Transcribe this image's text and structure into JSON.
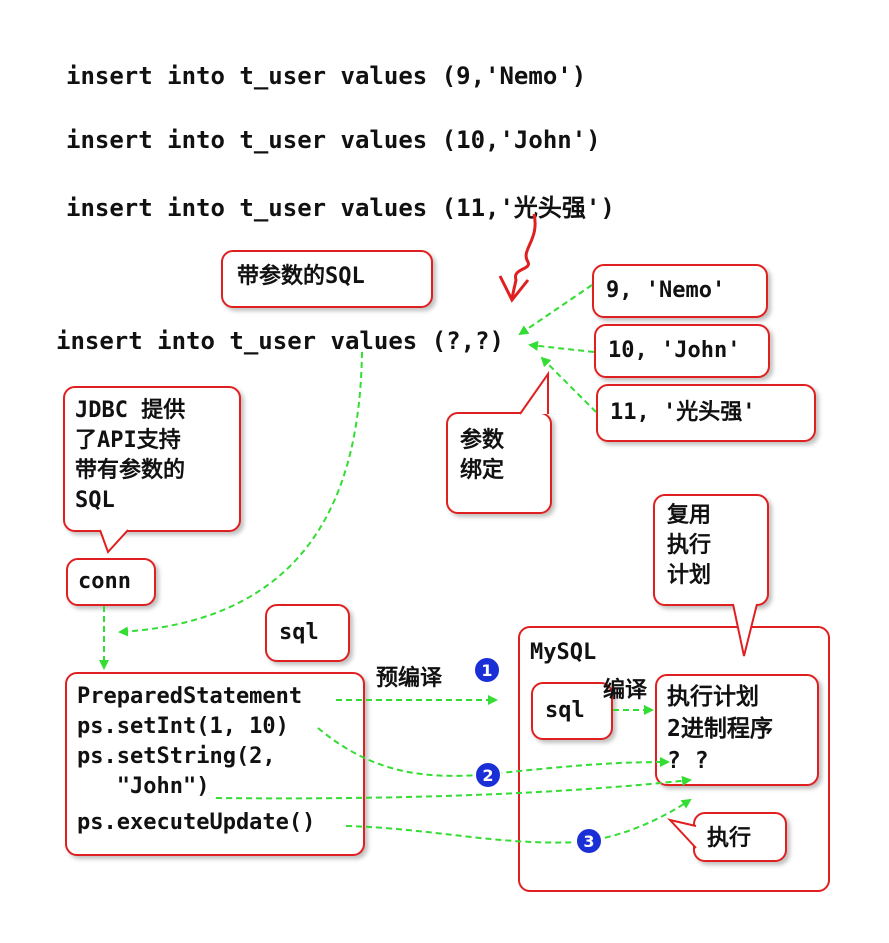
{
  "statements": [
    "insert into t_user values (9,'Nemo')",
    "insert into t_user values (10,'John')",
    "insert into t_user values (11,'光头强')"
  ],
  "param_sql_label": "带参数的SQL",
  "param_sql": "insert into t_user values (?,?)",
  "params": [
    "9, 'Nemo'",
    "10, 'John'",
    "11, '光头强'"
  ],
  "bind_note": [
    "参数",
    "绑定"
  ],
  "jdbc_note": [
    "JDBC 提供",
    "了API支持",
    "带有参数的",
    "SQL"
  ],
  "conn_label": "conn",
  "sql_label": "sql",
  "code_lines": [
    "PreparedStatement",
    "ps.setInt(1, 10)",
    "ps.setString(2,",
    "   \"John\")",
    "ps.executeUpdate()"
  ],
  "precompile_label": "预编译",
  "compile_label": "编译",
  "reuse_note": [
    "复用",
    "执行",
    "计划"
  ],
  "mysql_label": "MySQL",
  "mysql_sql_label": "sql",
  "plan_lines": [
    "执行计划",
    "2进制程序",
    "? ?"
  ],
  "exec_label": "执行",
  "badges": [
    "1",
    "2",
    "3"
  ],
  "colors": {
    "border": "#e02020",
    "arrow": "#33dd33",
    "badge": "#1a2fd6",
    "accent_red": "#e02020"
  }
}
